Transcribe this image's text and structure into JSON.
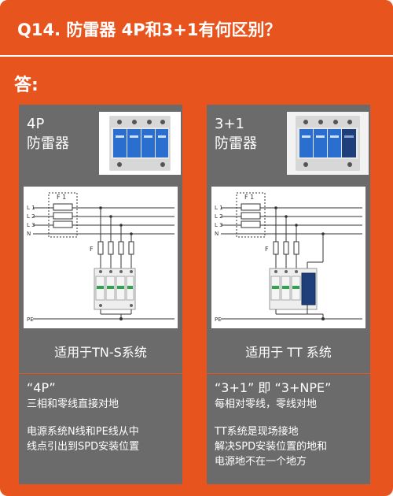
{
  "title": "Q14. 防雷器 4P和3+1有何区别？",
  "answer_label": "答:",
  "colors": {
    "accent": "#e8541e",
    "card": "#6b6b6b",
    "module_blue": "#2a6fd0",
    "module_dark": "#1f3f7a"
  },
  "diagram_labels": {
    "fuse": "F 1",
    "fuse_F": "F",
    "L1": "L 1",
    "L2": "L 2",
    "L3": "L 3",
    "N": "N",
    "PE": "PE"
  },
  "left": {
    "title_line1": "4P",
    "title_line2": "防雷器",
    "usage": "适用于TN-S系统",
    "detail_head": "“4P”",
    "detail_line1": "三相和零线直接对地",
    "detail_line2": "电源系统N线和PE线从中",
    "detail_line3": "线点引出到SPD安装位置"
  },
  "right": {
    "title_line1": "3+1",
    "title_line2": "防雷器",
    "usage": "适用于 TT 系统",
    "detail_head": "“3+1” 即 “3+NPE”",
    "detail_line1": "每相对零线，零线对地",
    "detail_line2": "TT系统是现场接地",
    "detail_line3": "解决SPD安装位置的地和",
    "detail_line4": "电源地不在一个地方"
  }
}
